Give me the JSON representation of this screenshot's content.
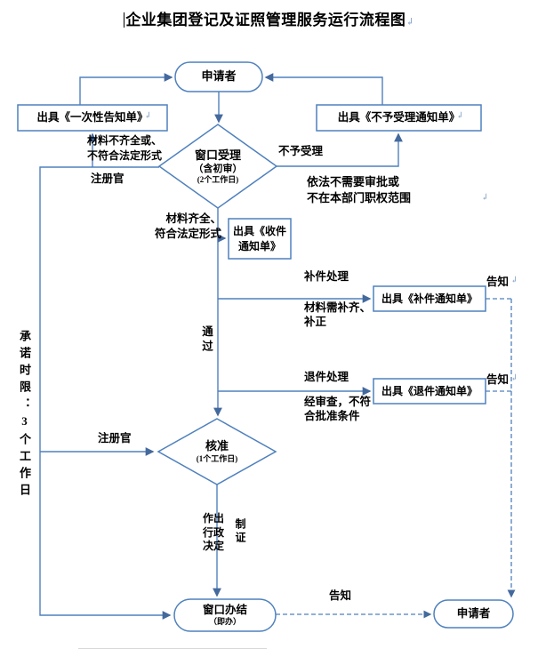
{
  "title": "企业集团登记及证照管理服务运行流程图",
  "marks": {
    "return": "↲"
  },
  "colors": {
    "line": "#4f81bd",
    "arrow": "#44699d",
    "text": "#000000"
  },
  "nodes": {
    "applicant_top": "申请者",
    "one_time_notice": "出具《一次性告知单》",
    "not_accept_notice": "出具《不予受理通知单》",
    "window_accept": {
      "line1": "窗口受理",
      "line2": "（含初审）",
      "line3": "(2个工作日)"
    },
    "receipt_notice": {
      "line1": "出具《收件",
      "line2": "通知单》"
    },
    "supplement_notice": "出具《补件通知单》",
    "return_notice": "出具《退件通知单》",
    "approve": {
      "line1": "核准",
      "line2": "(1个工作日)"
    },
    "window_complete": {
      "line1": "窗口办结",
      "line2": "（即办）"
    },
    "applicant_bottom": "申请者"
  },
  "labels": {
    "materials_incomplete": "材料不齐全或、\n不符合法定形式",
    "registrar_top": "注册官",
    "not_accepted": "不予受理",
    "no_approval_needed": "依法不需要审批或\n不在本部门职权范围",
    "materials_complete": "材料齐全、\n符合法定形式",
    "pass": "通过",
    "supplement_handle": "补件处理",
    "supplement_detail": "材料需补齐、\n补正",
    "notify_supplement": "告知",
    "return_handle": "退件处理",
    "return_detail": "经审查，不符\n合批准条件",
    "notify_return": "告知",
    "promise_limit": "承诺时限：3个工作日",
    "registrar_bottom": "注册官",
    "make_decision": "作出行政决定",
    "make_cert": "制证",
    "notify_bottom": "告知"
  }
}
